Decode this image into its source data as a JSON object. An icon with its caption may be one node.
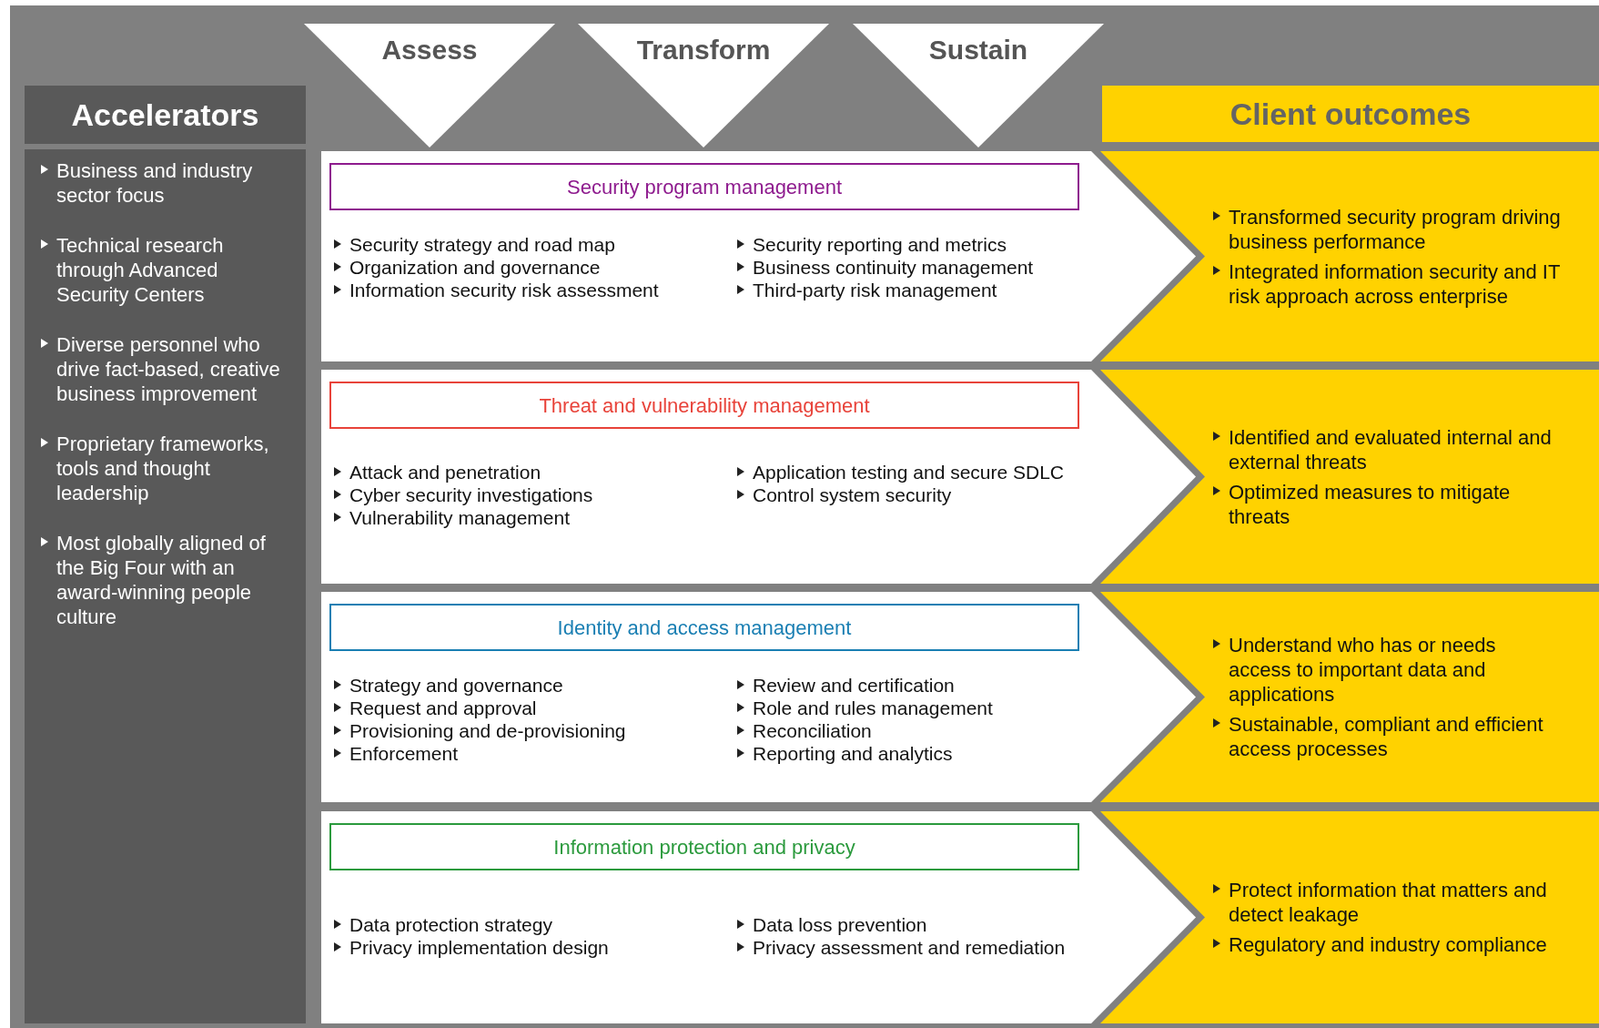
{
  "diagram": {
    "nodes": [
      {
        "text": [
          "Assess"
        ]
      },
      {
        "text": [
          "Transform"
        ]
      },
      {
        "text": [
          "Sustain"
        ]
      },
      {
        "text": [
          "Accelerators"
        ]
      },
      {
        "text": [
          "Business and industry sector focus",
          "Technical research through Advanced Security Centers",
          "Diverse personnel who drive fact-based, creative business improvement",
          "Proprietary frameworks, tools and thought leadership",
          "Most globally aligned of the Big Four with an award-winning people culture"
        ]
      },
      {
        "text": [
          "Client outcomes"
        ]
      },
      {
        "text": [
          "Security strategy and road map",
          "Organization and governance",
          "Information security risk assessment",
          "Security reporting and metrics",
          "Business continuity management",
          "Third-party risk management"
        ]
      },
      {
        "text": [
          "Security program management"
        ],
        "in": 6
      },
      {
        "text": [
          "Transformed security program driving business performance",
          "Integrated information security and IT risk approach across enterprise"
        ]
      },
      {
        "text": [
          "Attack and penetration",
          "Cyber security investigations",
          "Vulnerability management",
          "Application testing and secure SDLC",
          "Control system security"
        ]
      },
      {
        "text": [
          "Threat and vulnerability management"
        ],
        "in": 9
      },
      {
        "text": [
          "Identified and evaluated internal and external threats",
          "Optimized measures to mitigate threats"
        ]
      },
      {
        "text": [
          "Strategy and governance",
          "Request and approval",
          "Provisioning and de-provisioning",
          "Enforcement",
          "Review and certification",
          "Role and rules management",
          "Reconciliation",
          "Reporting and analytics"
        ]
      },
      {
        "text": [
          "Identity and access management"
        ],
        "in": 12
      },
      {
        "text": [
          "Understand who has or needs access to important data and applications",
          "Sustainable, compliant and efficient access processes"
        ]
      },
      {
        "text": [
          "Data protection strategy",
          "Privacy implementation design",
          "Data loss prevention",
          "Privacy assessment and remediation"
        ]
      },
      {
        "text": [
          "Information protection and privacy"
        ],
        "in": 15
      },
      {
        "text": [
          "Protect information that matters and detect leakage",
          "Regulatory and industry compliance"
        ]
      }
    ]
  }
}
